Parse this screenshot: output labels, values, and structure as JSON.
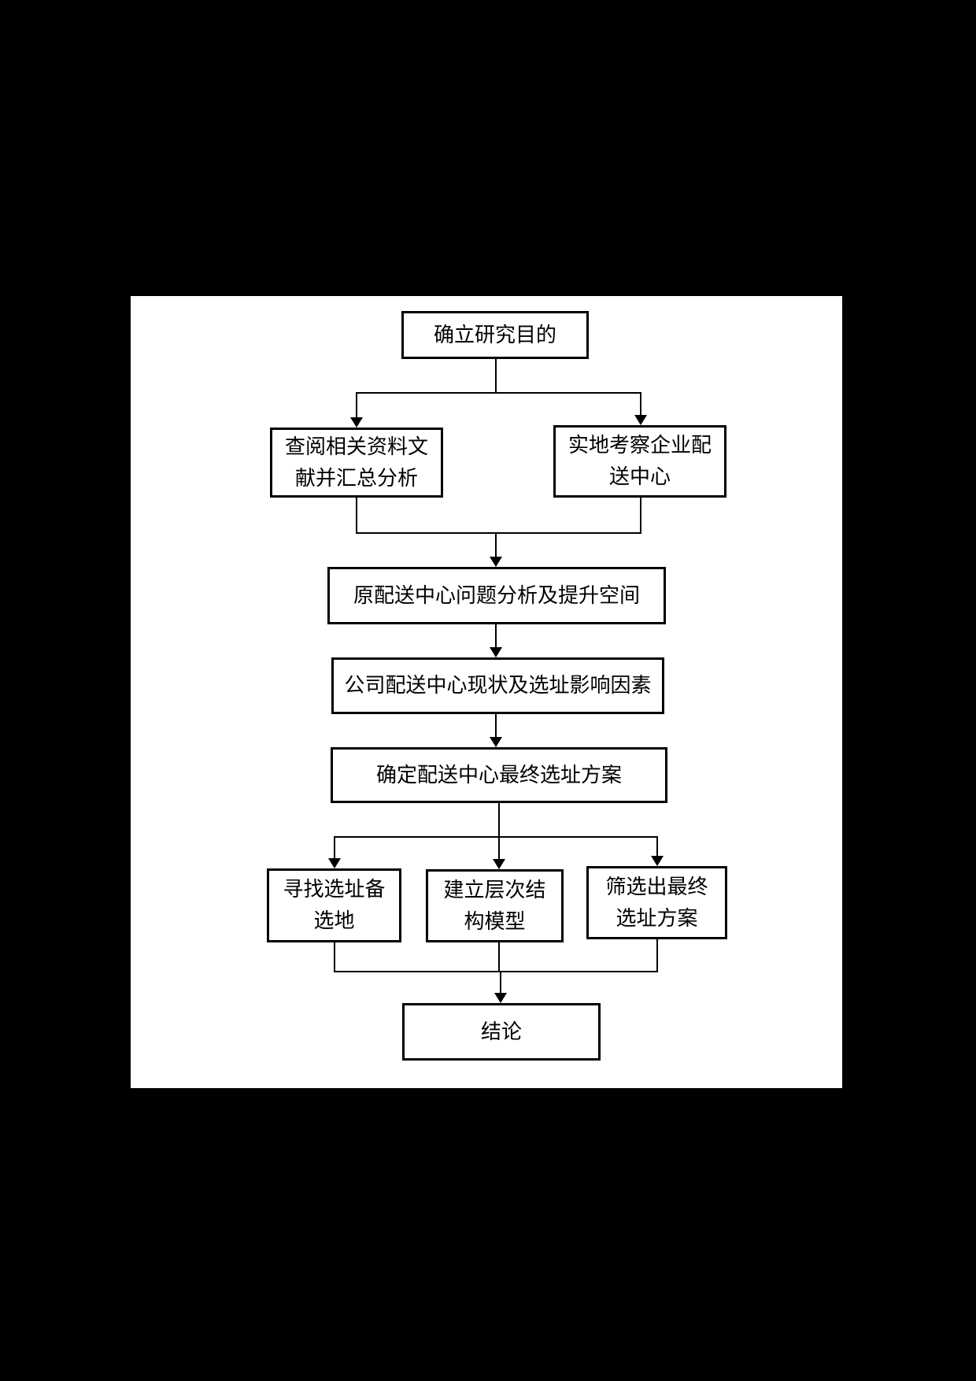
{
  "page": {
    "background_color": "#000000"
  },
  "canvas": {
    "background_color": "#ffffff",
    "line_color": "#000000"
  },
  "flowchart": {
    "nodes": [
      {
        "id": "establish-research-purpose",
        "label": "确立研究目的"
      },
      {
        "id": "review-literature-and-summarize",
        "label": "查阅相关资料文\n献并汇总分析"
      },
      {
        "id": "field-investigate-enterprise-distribution-center",
        "label": "实地考察企业配\n送中心"
      },
      {
        "id": "original-center-problem-analysis",
        "label": "原配送中心问题分析及提升空间"
      },
      {
        "id": "company-center-status-and-site-factors",
        "label": "公司配送中心现状及选址影响因素"
      },
      {
        "id": "determine-final-site-selection-plan",
        "label": "确定配送中心最终选址方案"
      },
      {
        "id": "find-candidate-sites",
        "label": "寻找选址备\n选地"
      },
      {
        "id": "build-hierarchy-model",
        "label": "建立层次结\n构模型"
      },
      {
        "id": "screen-out-final-site-plan",
        "label": "筛选出最终\n选址方案"
      },
      {
        "id": "conclusion",
        "label": "结论"
      }
    ]
  }
}
